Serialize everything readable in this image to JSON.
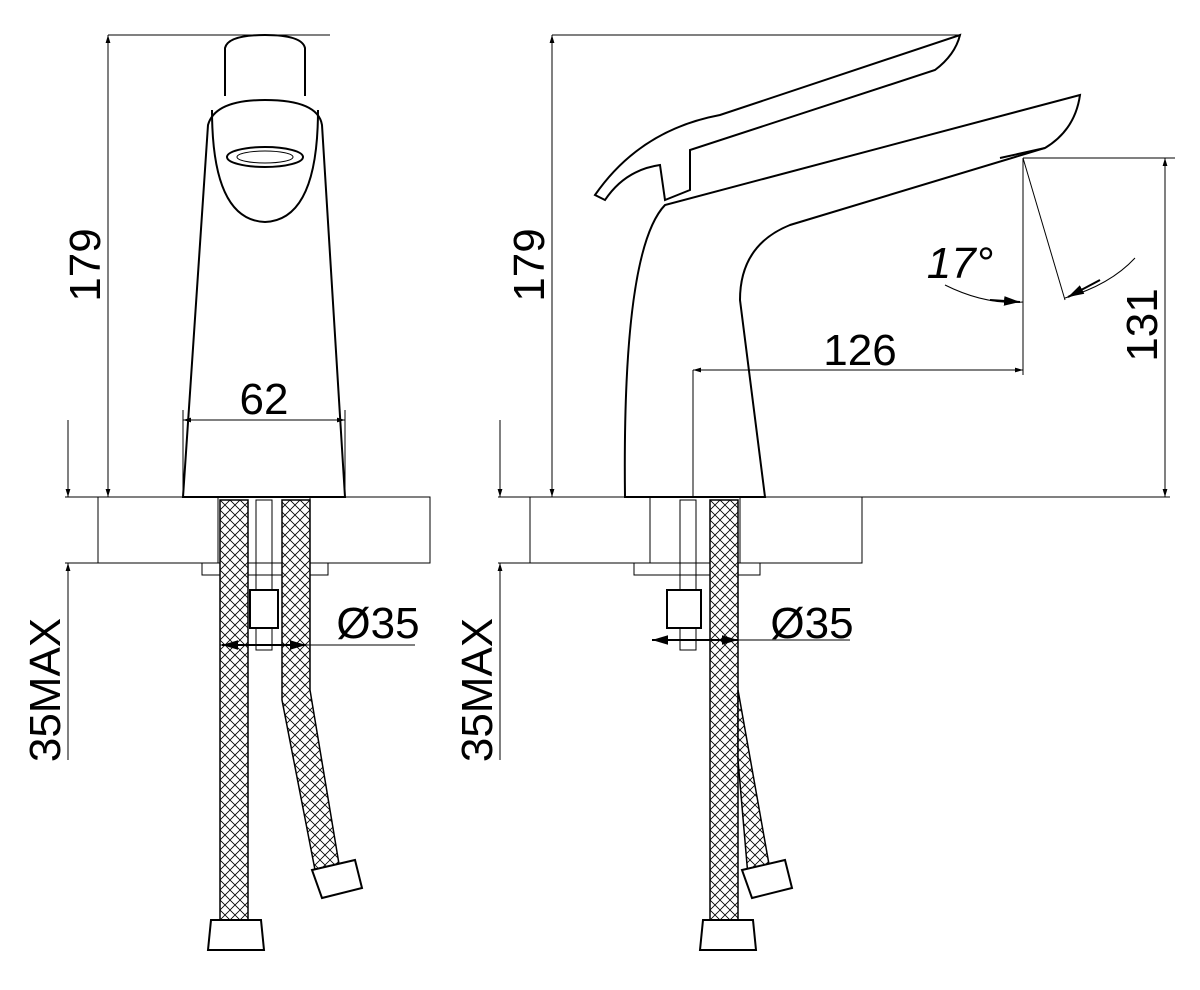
{
  "front_view": {
    "height_label": "179",
    "width_label": "62",
    "mount_max_label": "35MAX",
    "hole_diameter_label": "Ø35"
  },
  "side_view": {
    "height_label": "179",
    "reach_label": "126",
    "spout_height_label": "131",
    "angle_label": "17°",
    "mount_max_label": "35MAX",
    "hole_diameter_label": "Ø35"
  },
  "colors": {
    "line": "#000000",
    "background": "#ffffff"
  }
}
